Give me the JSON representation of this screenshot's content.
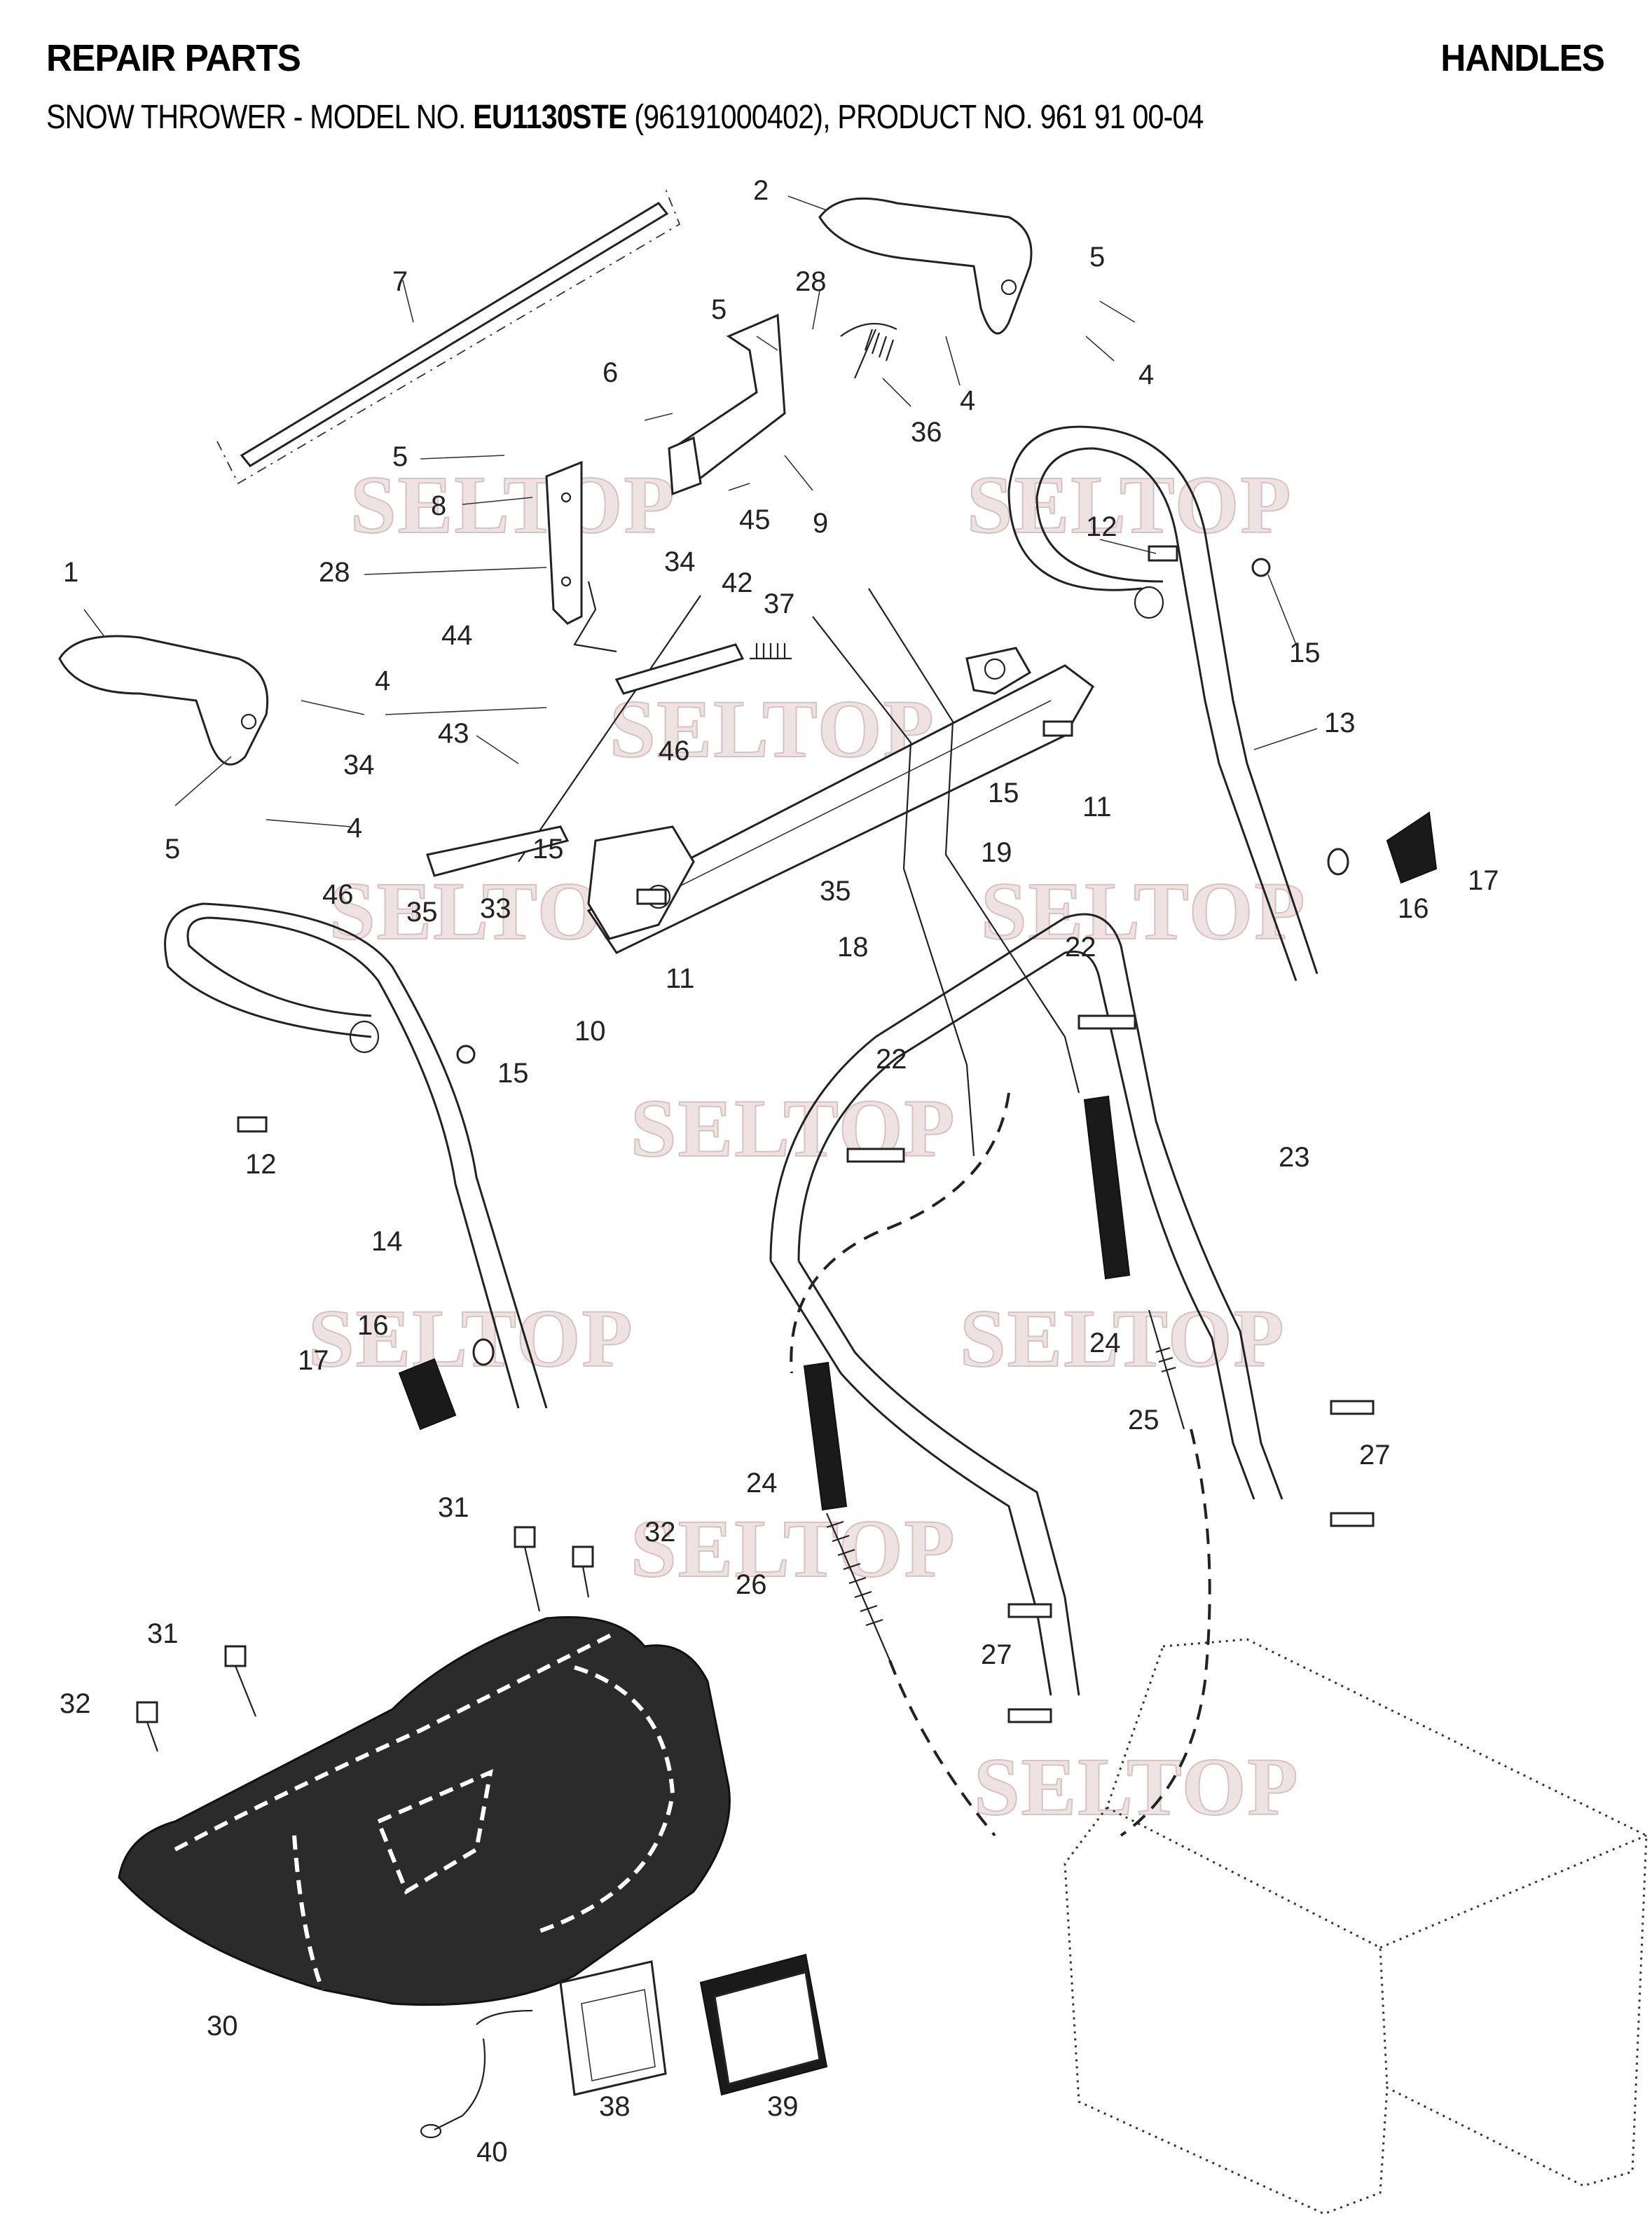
{
  "header": {
    "title_left": "REPAIR PARTS",
    "title_right": "HANDLES",
    "subtitle_prefix": "SNOW THROWER - MODEL NO. ",
    "model_no": "EU1130STE",
    "subtitle_suffix": " (96191000402), PRODUCT NO. 961 91 00-04"
  },
  "watermark": "SELTOP",
  "callouts": {
    "c1": "1",
    "c2": "2",
    "c4a": "4",
    "c4b": "4",
    "c4c": "4",
    "c4d": "4",
    "c5a": "5",
    "c5b": "5",
    "c5c": "5",
    "c5d": "5",
    "c6": "6",
    "c7": "7",
    "c8": "8",
    "c9": "9",
    "c10": "10",
    "c11a": "11",
    "c11b": "11",
    "c12a": "12",
    "c12b": "12",
    "c13": "13",
    "c14": "14",
    "c15a": "15",
    "c15b": "15",
    "c15c": "15",
    "c15d": "15",
    "c16a": "16",
    "c16b": "16",
    "c17a": "17",
    "c17b": "17",
    "c18": "18",
    "c19": "19",
    "c22a": "22",
    "c22b": "22",
    "c23": "23",
    "c24a": "24",
    "c24b": "24",
    "c25": "25",
    "c26": "26",
    "c27a": "27",
    "c27b": "27",
    "c28a": "28",
    "c28b": "28",
    "c30": "30",
    "c31a": "31",
    "c31b": "31",
    "c32a": "32",
    "c32b": "32",
    "c33": "33",
    "c34a": "34",
    "c34b": "34",
    "c35a": "35",
    "c35b": "35",
    "c36": "36",
    "c37": "37",
    "c38": "38",
    "c39": "39",
    "c40": "40",
    "c42": "42",
    "c43": "43",
    "c44": "44",
    "c45": "45",
    "c46a": "46",
    "c46b": "46"
  }
}
